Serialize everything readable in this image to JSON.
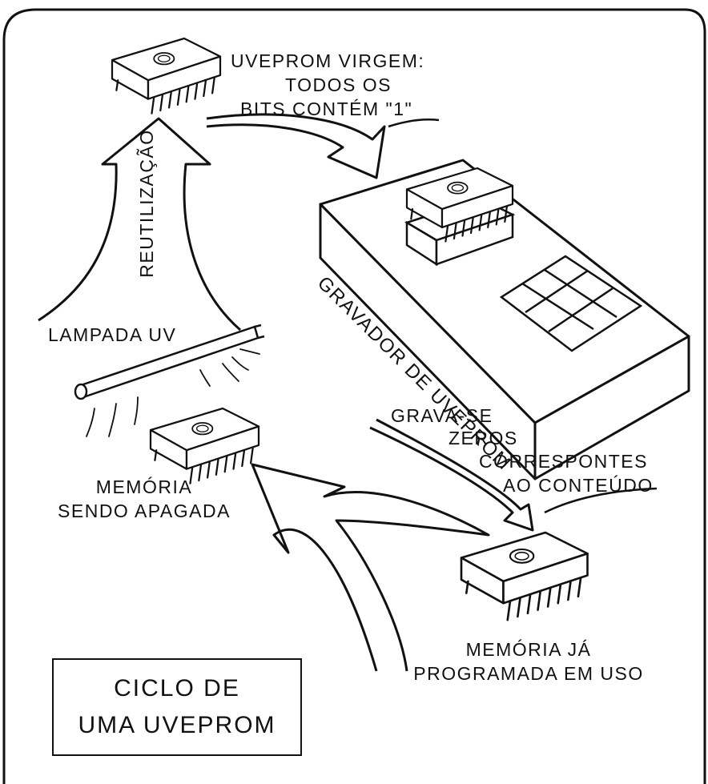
{
  "labels": {
    "virgin_line1": "UVEPROM VIRGEM:",
    "virgin_line2": "TODOS OS",
    "virgin_line3": "BITS CONTÉM \"1\"",
    "reuse": "REUTILIZAÇÃO",
    "lamp": "LAMPADA UV",
    "erasing_line1": "MEMÓRIA",
    "erasing_line2": "SENDO APAGADA",
    "programmer": "GRAVADOR DE UVEPROM",
    "write_line1": "GRAVA-SE",
    "write_line2": "ZEROS",
    "write_line3": "CORRESPONTES",
    "write_line4": "AO CONTEÚDO",
    "programmed_line1": "MEMÓRIA JÁ",
    "programmed_line2": "PROGRAMADA EM USO"
  },
  "title": {
    "line1": "CICLO DE",
    "line2": "UMA UVEPROM"
  }
}
